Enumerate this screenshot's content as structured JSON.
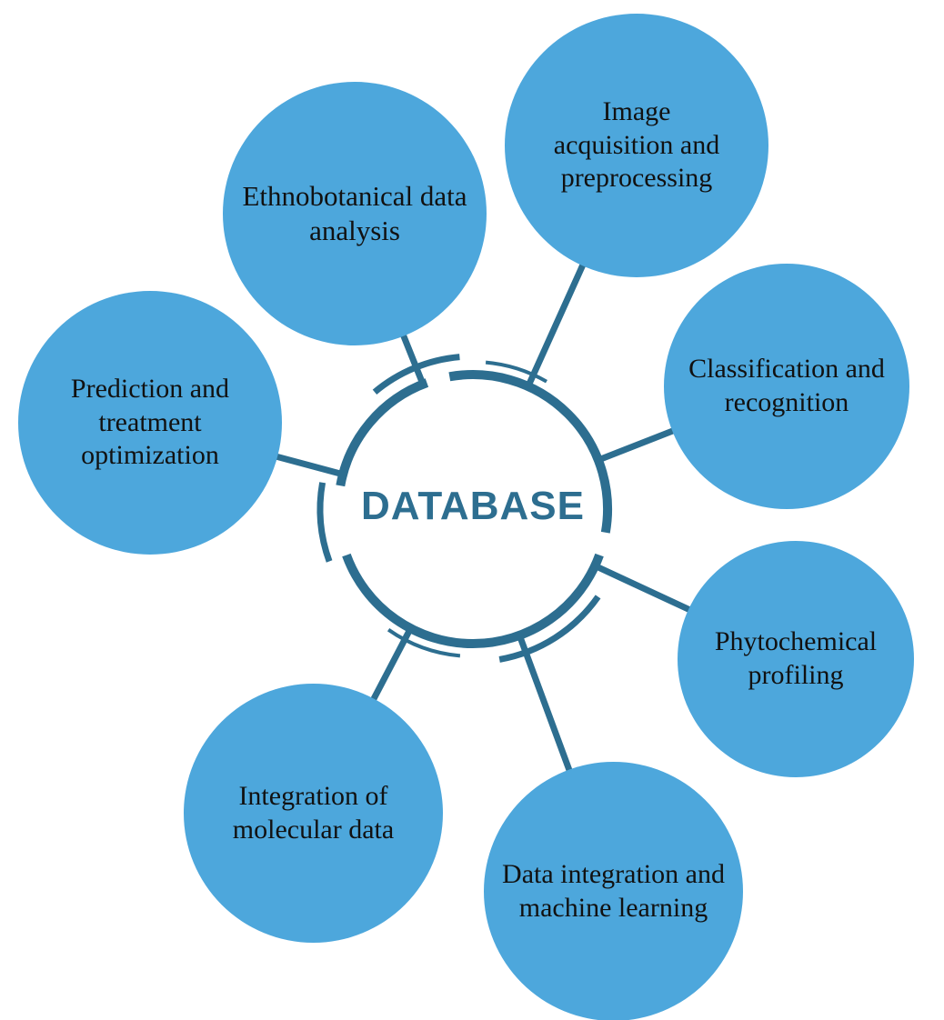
{
  "diagram": {
    "title": "Database workflow diagram",
    "center_label": "DATABASE",
    "nodes": [
      {
        "id": "image-acquisition",
        "label": "Image acquisition and preprocessing"
      },
      {
        "id": "classification",
        "label": "Classification and recognition"
      },
      {
        "id": "phytochemical",
        "label": "Phytochemical profiling"
      },
      {
        "id": "data-integration",
        "label": "Data integration and machine learning"
      },
      {
        "id": "molecular-data",
        "label": "Integration of molecular data"
      },
      {
        "id": "ethnobotanical",
        "label": "Ethnobotanical data analysis"
      },
      {
        "id": "prediction",
        "label": "Prediction and treatment optimization"
      }
    ],
    "colors": {
      "node_fill": "#4da7dc",
      "connector": "#2d6e90",
      "center_text": "#2d6e90",
      "label_text": "#111111"
    }
  }
}
